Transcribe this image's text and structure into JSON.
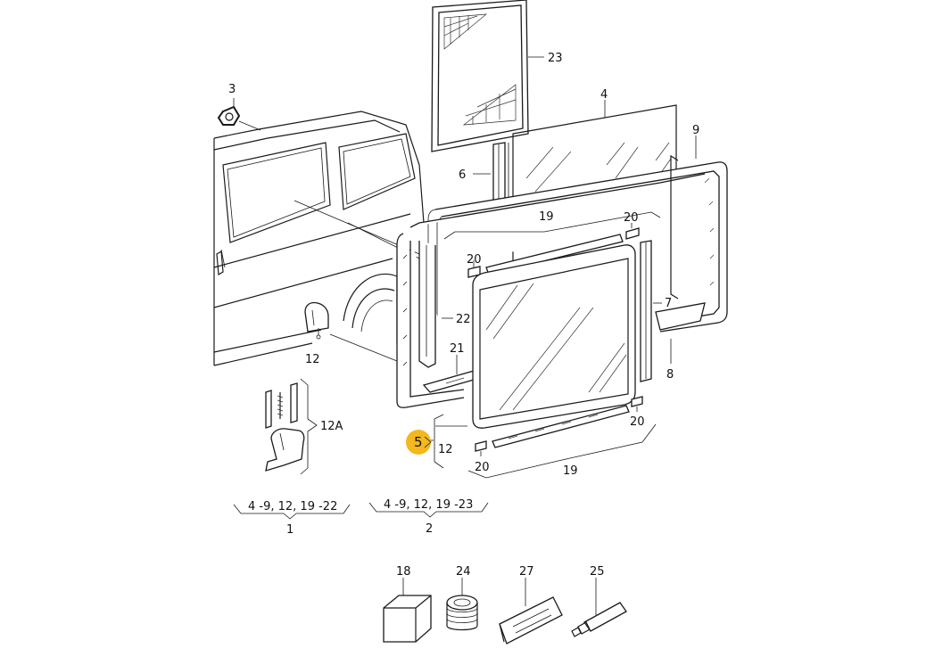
{
  "labels": {
    "n23": "23",
    "n4": "4",
    "n3": "3",
    "n6": "6",
    "n9": "9",
    "n19_top": "19",
    "n20_a": "20",
    "n20_b": "20",
    "n22": "22",
    "n7": "7",
    "n21": "21",
    "n8": "8",
    "n12_cap": "12",
    "n12a": "12A",
    "n20_c": "20",
    "n5": "5",
    "n12_side": "12",
    "n20_d": "20",
    "n19_bottom": "19"
  },
  "kits": [
    {
      "range": "4 -9,  12, 19 -22",
      "number": "1"
    },
    {
      "range": "4 -9,  12, 19 -23",
      "number": "2"
    }
  ],
  "accessories": [
    {
      "number": "18"
    },
    {
      "number": "24"
    },
    {
      "number": "27"
    },
    {
      "number": "25"
    }
  ],
  "colors": {
    "highlight": "#f2b81e",
    "line": "#1a1a1a",
    "background": "#ffffff"
  }
}
